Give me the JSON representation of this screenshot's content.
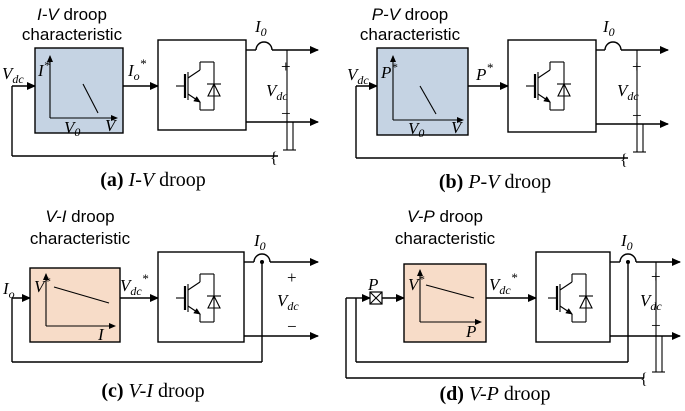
{
  "colors": {
    "blue_block": "#c5d3e3",
    "peach_block": "#f7dcc8",
    "stroke": "#000000"
  },
  "panels": [
    {
      "id": "a",
      "caption_tag": "(a)",
      "caption_italic": "I-V",
      "caption_rest": " droop",
      "title_line1_italic": "I-V",
      "title_line1_rest": " droop",
      "title_line2": "characteristic",
      "input_main": "V",
      "input_sub": "dc",
      "output_main": "I",
      "output_sub": "o",
      "output_sup": "*",
      "graph_y_main": "I",
      "graph_y_sup": "*",
      "graph_x": "V",
      "graph_v0_main": "V",
      "graph_v0_sub": "0",
      "current_main": "I",
      "current_sub": "0",
      "plus": "+",
      "minus": "−",
      "vdc_main": "V",
      "vdc_sub": "dc",
      "brace": "{"
    },
    {
      "id": "b",
      "caption_tag": "(b)",
      "caption_italic": "P-V",
      "caption_rest": " droop",
      "title_line1_italic": "P-V",
      "title_line1_rest": " droop",
      "title_line2": "characteristic",
      "input_main": "V",
      "input_sub": "dc",
      "output_main": "P",
      "output_sup": "*",
      "graph_y_main": "P",
      "graph_y_sup": "*",
      "graph_x": "V",
      "graph_v0_main": "V",
      "graph_v0_sub": "0",
      "current_main": "I",
      "current_sub": "0",
      "plus": "+",
      "minus": "−",
      "vdc_main": "V",
      "vdc_sub": "dc",
      "brace": "{"
    },
    {
      "id": "c",
      "caption_tag": "(c)",
      "caption_italic": "V-I",
      "caption_rest": " droop",
      "title_line1_italic": "V-I",
      "title_line1_rest": " droop",
      "title_line2": "characteristic",
      "input_main": "I",
      "input_sub": "o",
      "output_main": "V",
      "output_sub": "dc",
      "output_sup": "*",
      "graph_y_main": "V",
      "graph_y_sup": "*",
      "graph_x": "I",
      "current_main": "I",
      "current_sub": "0",
      "plus": "+",
      "minus": "−",
      "vdc_main": "V",
      "vdc_sub": "dc"
    },
    {
      "id": "d",
      "caption_tag": "(d)",
      "caption_italic": "V-P",
      "caption_rest": " droop",
      "title_line1_italic": "V-P",
      "title_line1_rest": " droop",
      "title_line2": "characteristic",
      "input_main": "P",
      "output_main": "V",
      "output_sub": "dc",
      "output_sup": "*",
      "graph_y_main": "V",
      "graph_y_sup": "*",
      "graph_x": "P",
      "current_main": "I",
      "current_sub": "0",
      "plus": "+",
      "minus": "−",
      "vdc_main": "V",
      "vdc_sub": "dc",
      "brace": "{"
    }
  ]
}
